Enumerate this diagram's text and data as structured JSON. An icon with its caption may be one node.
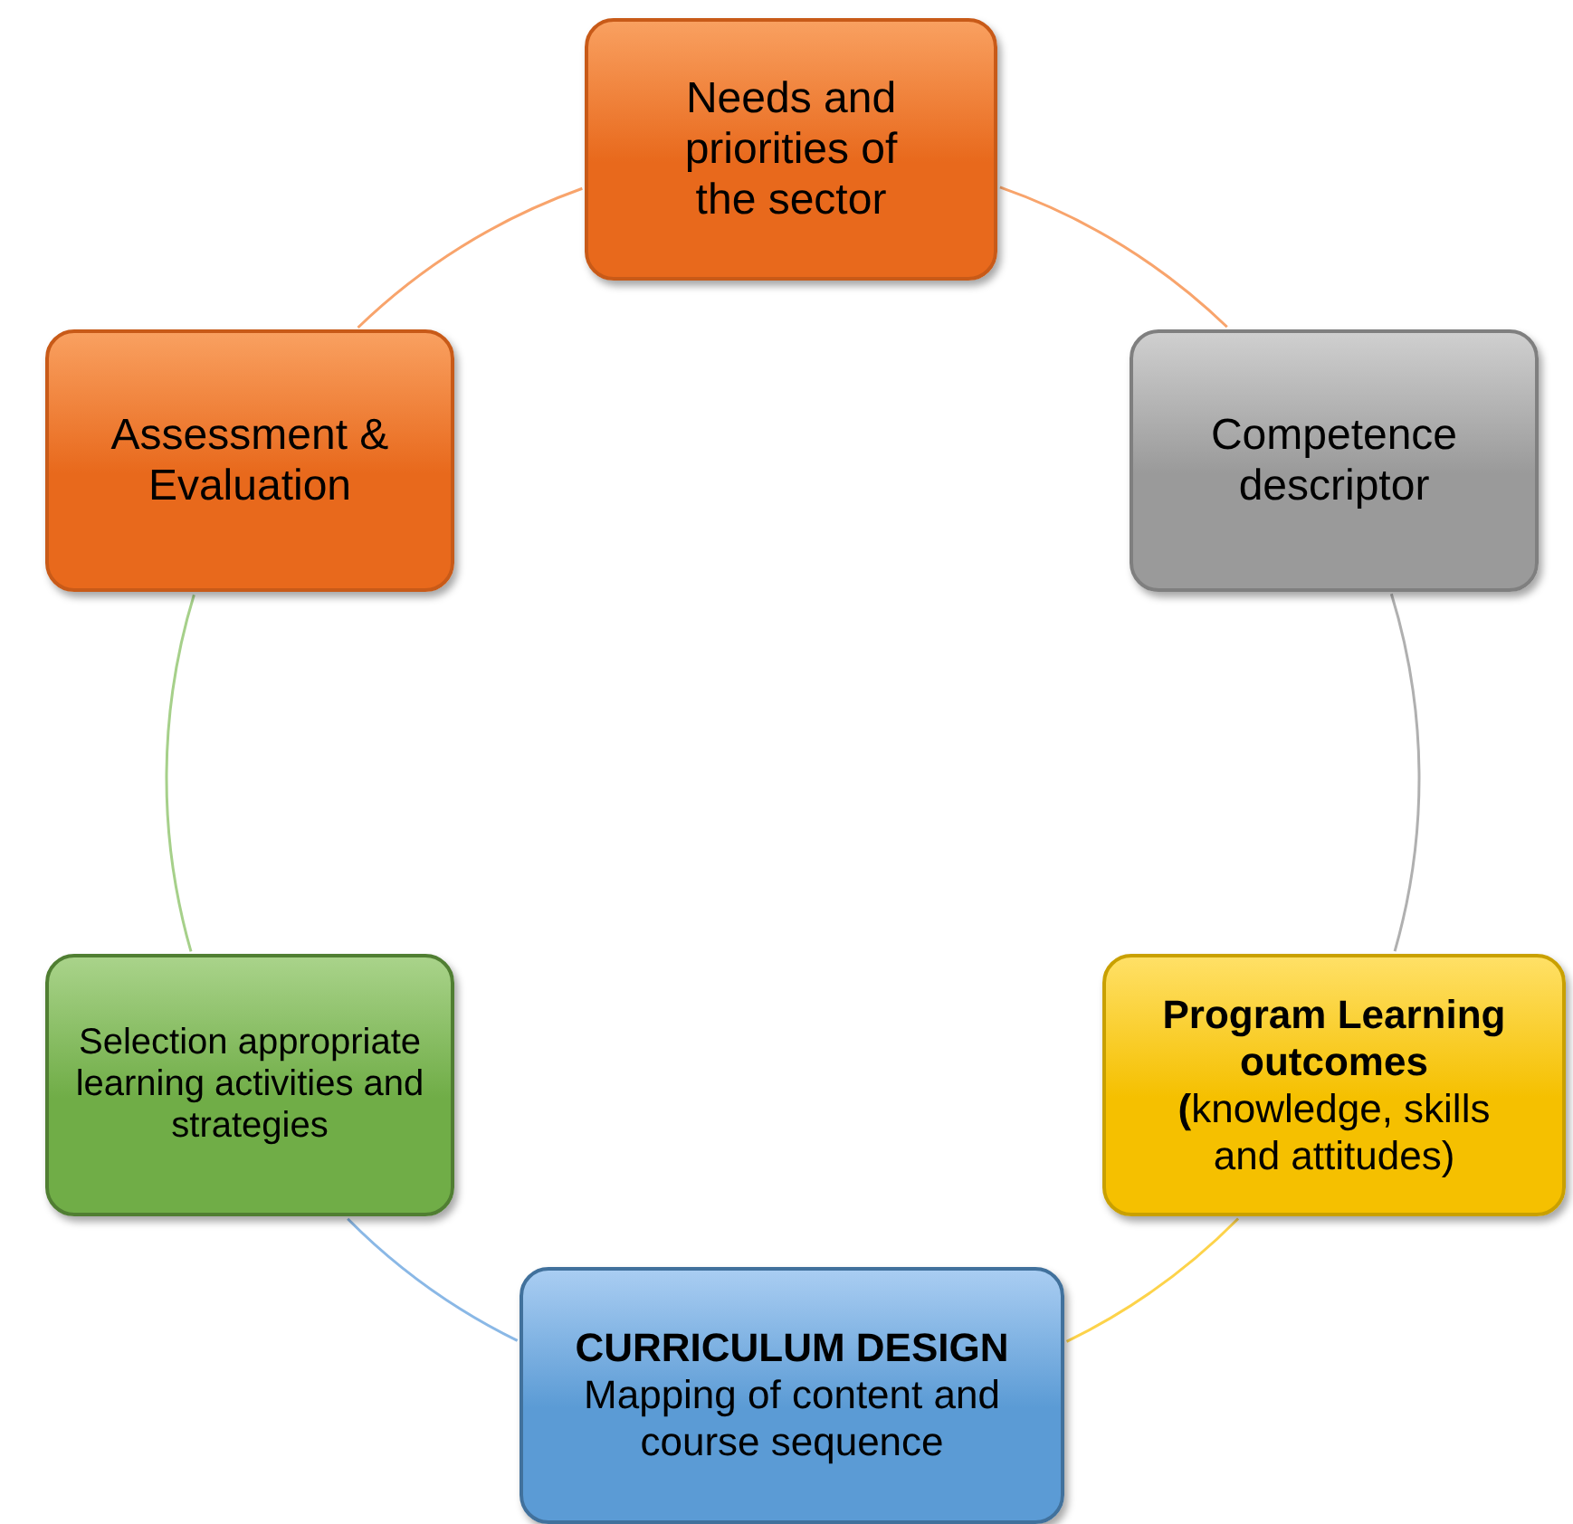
{
  "diagram": {
    "nodes": [
      {
        "text": [
          "Needs and priorities of the sector"
        ]
      },
      {
        "text": [
          "Competence descriptor"
        ]
      },
      {
        "text": [
          "**Program Learning outcomes (**knowledge, skills and attitudes)"
        ]
      },
      {
        "text": [
          "CURRICULUM DESIGN",
          "Mapping of content and course sequence"
        ]
      },
      {
        "text": [
          "Selection appropriate learning activities and strategies"
        ]
      },
      {
        "text": [
          "Assessment & Evaluation"
        ]
      }
    ],
    "edges": [
      {
        "from": 0,
        "to": 1,
        "arrow": "none",
        "color": "#f8a46c"
      },
      {
        "from": 1,
        "to": 2,
        "arrow": "none",
        "color": "#b0b0b0"
      },
      {
        "from": 2,
        "to": 3,
        "arrow": "none",
        "color": "#fdd34a"
      },
      {
        "from": 3,
        "to": 4,
        "arrow": "none",
        "color": "#8ab8e6"
      },
      {
        "from": 4,
        "to": 5,
        "arrow": "none",
        "color": "#a6d08a"
      },
      {
        "from": 5,
        "to": 0,
        "arrow": "none",
        "color": "#f8a46c"
      }
    ]
  }
}
